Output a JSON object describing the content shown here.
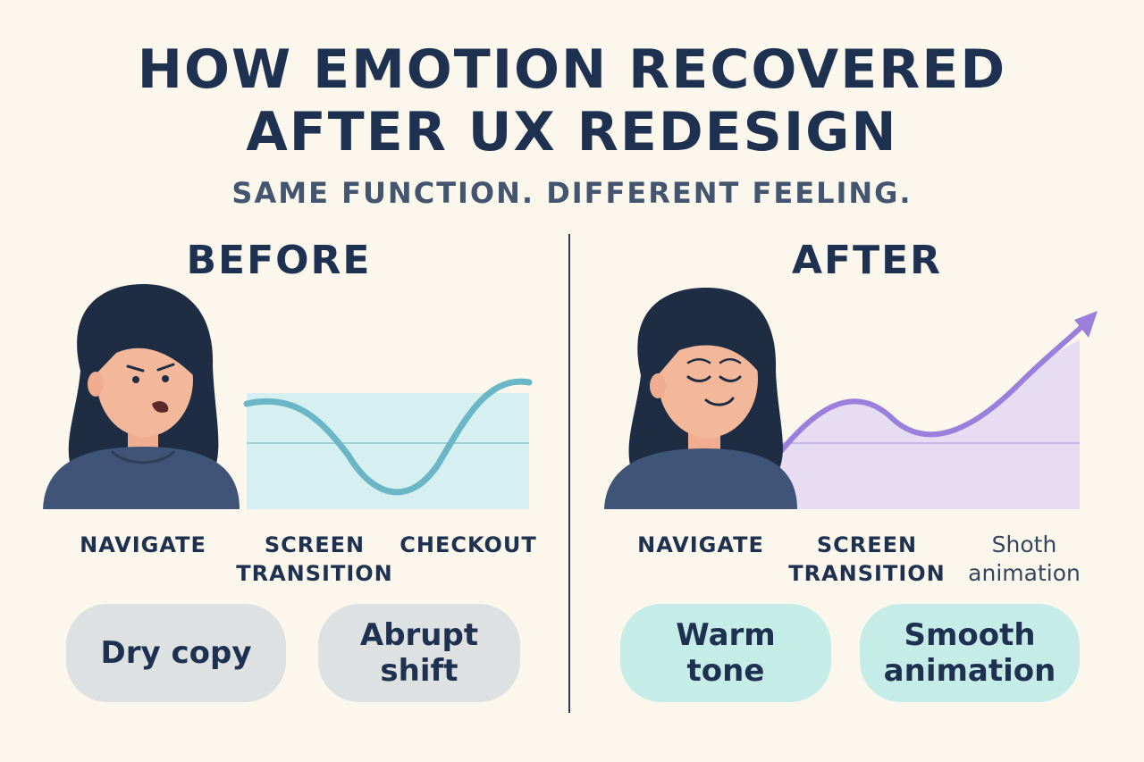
{
  "header": {
    "title_line1": "HOW EMOTION RECOVERED",
    "title_line2": "AFTER UX REDESIGN",
    "subtitle": "SAME FUNCTION. DIFFERENT FEELING."
  },
  "before": {
    "heading": "BEFORE",
    "steps": [
      "NAVIGATE",
      "SCREEN TRANSITION",
      "CHECKOUT"
    ],
    "pills": [
      "Dry copy",
      "Abrupt shift"
    ],
    "face": "worried",
    "curve_color": "#6bb6c6",
    "fill_color": "#d3eeee"
  },
  "after": {
    "heading": "AFTER",
    "steps": [
      "NAVIGATE",
      "SCREEN TRANSITION",
      "Shoth animation"
    ],
    "pills": [
      "Warm tone",
      "Smooth animation"
    ],
    "face": "calm",
    "curve_color": "#9b7fdd",
    "fill_color": "#e7def3"
  },
  "colors": {
    "background": "#fcf7ec",
    "text": "#1e3150",
    "hair": "#1f2d44",
    "skin": "#f3b89a",
    "shirt": "#3f5477"
  }
}
